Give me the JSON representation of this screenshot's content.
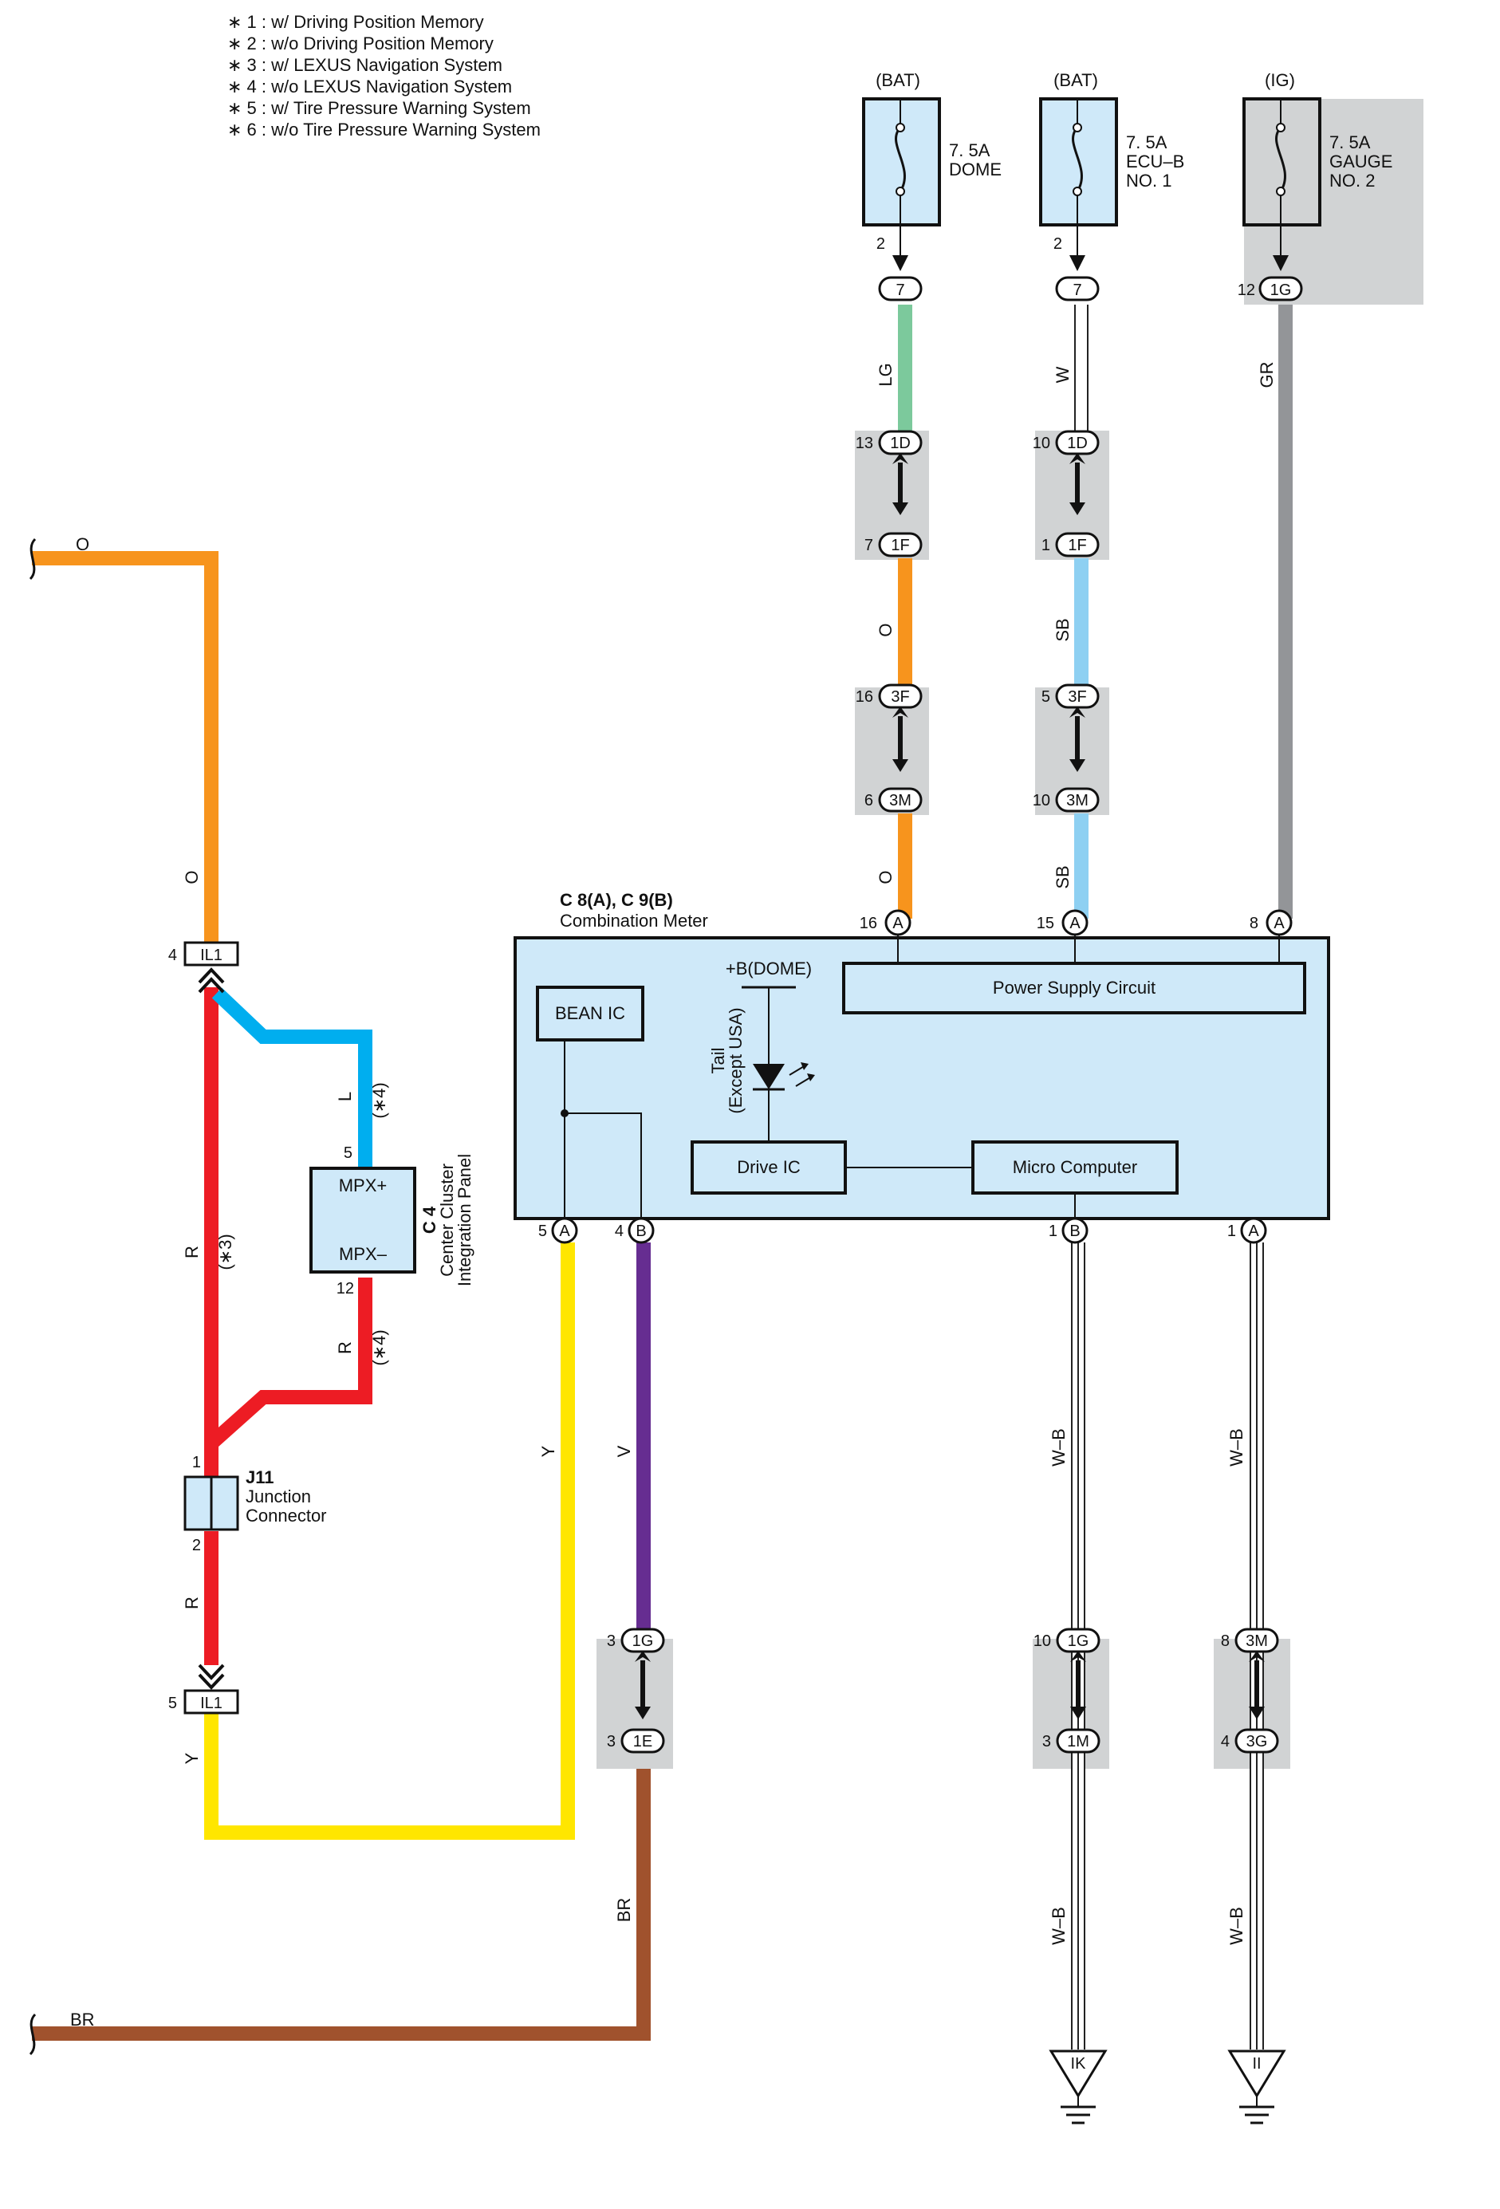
{
  "notes": [
    "∗ 1 : w/ Driving Position Memory",
    "∗ 2 : w/o Driving Position Memory",
    "∗ 3 : w/ LEXUS Navigation System",
    "∗ 4 : w/o LEXUS Navigation System",
    "∗ 5 : w/ Tire Pressure Warning System",
    "∗ 6 : w/o Tire Pressure Warning System"
  ],
  "fuses": [
    {
      "source": "(BAT)",
      "rating": "7. 5A",
      "name": [
        "DOME"
      ],
      "pin": "2",
      "conn": "7"
    },
    {
      "source": "(BAT)",
      "rating": "7. 5A",
      "name": [
        "ECU–B",
        "NO. 1"
      ],
      "pin": "2",
      "conn": "7"
    },
    {
      "source": "(IG)",
      "rating": "7. 5A",
      "name": [
        "GAUGE",
        "NO. 2"
      ],
      "pin": "12",
      "conn": "1G"
    }
  ],
  "wires": {
    "lg": "LG",
    "w": "W",
    "gr": "GR",
    "o": "O",
    "sb": "SB",
    "y": "Y",
    "v": "V",
    "br": "BR",
    "r": "R",
    "l": "L",
    "wb": "W–B"
  },
  "conditions": {
    "c3": "(∗3)",
    "c4": "(∗4)"
  },
  "pairs": [
    {
      "top": "1D",
      "top_pin": "13",
      "bot": "1F",
      "bot_pin": "7"
    },
    {
      "top": "3F",
      "top_pin": "16",
      "bot": "3M",
      "bot_pin": "6"
    },
    {
      "top": "1D",
      "top_pin": "10",
      "bot": "1F",
      "bot_pin": "1"
    },
    {
      "top": "3F",
      "top_pin": "5",
      "bot": "3M",
      "bot_pin": "10"
    },
    {
      "top": "1G",
      "top_pin": "3",
      "bot": "1E",
      "bot_pin": "3"
    },
    {
      "top": "1G",
      "top_pin": "10",
      "bot": "1M",
      "bot_pin": "3"
    },
    {
      "top": "3M",
      "top_pin": "8",
      "bot": "3G",
      "bot_pin": "4"
    }
  ],
  "meter": {
    "id": "C 8(A), C 9(B)",
    "name": "Combination Meter",
    "bean": "BEAN IC",
    "psc": "Power Supply Circuit",
    "bdome": "+B(DOME)",
    "tail": [
      "Tail",
      "(Except USA)"
    ],
    "drive": "Drive IC",
    "micro": "Micro Computer",
    "top_pins": [
      {
        "pin": "16",
        "conn": "A"
      },
      {
        "pin": "15",
        "conn": "A"
      },
      {
        "pin": "8",
        "conn": "A"
      }
    ],
    "bottom_pins": [
      {
        "pin": "5",
        "conn": "A"
      },
      {
        "pin": "4",
        "conn": "B"
      },
      {
        "pin": "1",
        "conn": "B"
      },
      {
        "pin": "1",
        "conn": "A"
      }
    ]
  },
  "il1": {
    "name": "IL1",
    "top_pin": "4",
    "bot_pin": "5"
  },
  "c4": {
    "plus": "MPX+",
    "minus": "MPX–",
    "id": "C 4",
    "name": [
      "Center Cluster",
      "Integration Panel"
    ],
    "pin_top": "5",
    "pin_bot": "12"
  },
  "j11": {
    "id": "J11",
    "name": [
      "Junction",
      "Connector"
    ],
    "pin_top": "1",
    "pin_bot": "2"
  },
  "grounds": [
    "IK",
    "II"
  ],
  "colors": {
    "orange": "#f7941d",
    "green": "#7cc99c",
    "gray": "#939598",
    "skyblue": "#8ed0f2",
    "blue": "#00aeef",
    "red": "#ed1c24",
    "yellow": "#ffe600",
    "purple": "#662d91",
    "brown": "#a0522d",
    "box": "#cfe9f9",
    "shade": "#d1d3d4"
  }
}
